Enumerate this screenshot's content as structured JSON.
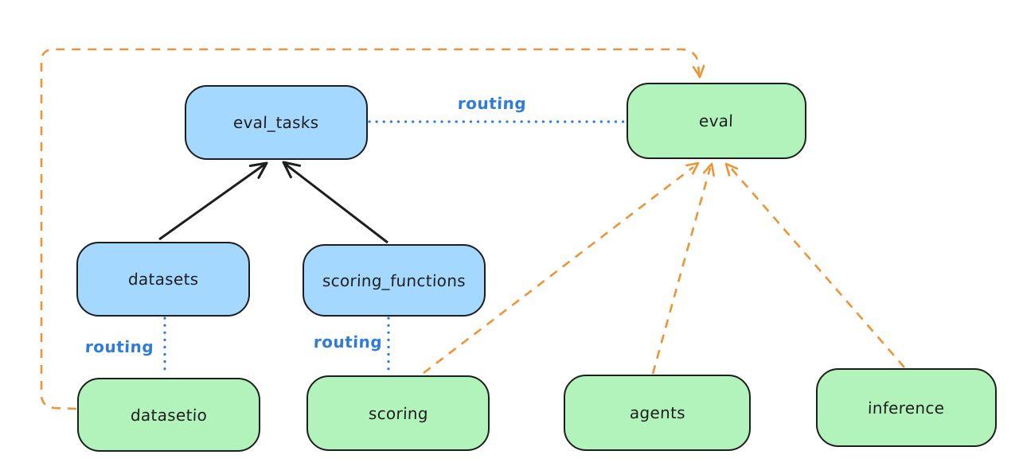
{
  "diagram": {
    "title": "",
    "colors": {
      "background": "#ffffff",
      "node_stroke": "#1e1e1e",
      "node_text": "#1e1e1e",
      "blue_fill": "#a5d8ff",
      "green_fill": "#b2f2bb",
      "routing_blue": "#2f7bd9",
      "orange": "#eb9438",
      "black_arrow": "#1e1e1e"
    },
    "nodes": {
      "eval_tasks": {
        "label": "eval_tasks",
        "fill": "#a5d8ff"
      },
      "eval": {
        "label": "eval",
        "fill": "#b2f2bb"
      },
      "datasets": {
        "label": "datasets",
        "fill": "#a5d8ff"
      },
      "scoring_functions": {
        "label": "scoring_functions",
        "fill": "#a5d8ff"
      },
      "datasetio": {
        "label": "datasetio",
        "fill": "#b2f2bb"
      },
      "scoring": {
        "label": "scoring",
        "fill": "#b2f2bb"
      },
      "agents": {
        "label": "agents",
        "fill": "#b2f2bb"
      },
      "inference": {
        "label": "inference",
        "fill": "#b2f2bb"
      }
    },
    "edges": [
      {
        "from": "datasets",
        "to": "eval_tasks",
        "style": "solid",
        "color": "black",
        "arrow": true,
        "label": ""
      },
      {
        "from": "scoring_functions",
        "to": "eval_tasks",
        "style": "solid",
        "color": "black",
        "arrow": true,
        "label": ""
      },
      {
        "from": "eval_tasks",
        "to": "eval",
        "style": "dotted",
        "color": "blue",
        "arrow": false,
        "label": "routing"
      },
      {
        "from": "datasets",
        "to": "datasetio",
        "style": "dotted",
        "color": "blue",
        "arrow": false,
        "label": "routing"
      },
      {
        "from": "scoring_functions",
        "to": "scoring",
        "style": "dotted",
        "color": "blue",
        "arrow": false,
        "label": "routing"
      },
      {
        "from": "scoring",
        "to": "eval",
        "style": "dashed",
        "color": "orange",
        "arrow": true,
        "label": ""
      },
      {
        "from": "agents",
        "to": "eval",
        "style": "dashed",
        "color": "orange",
        "arrow": true,
        "label": ""
      },
      {
        "from": "inference",
        "to": "eval",
        "style": "dashed",
        "color": "orange",
        "arrow": true,
        "label": ""
      },
      {
        "from": "datasetio",
        "to": "eval",
        "style": "dashed",
        "color": "orange",
        "arrow": true,
        "label": ""
      }
    ]
  }
}
